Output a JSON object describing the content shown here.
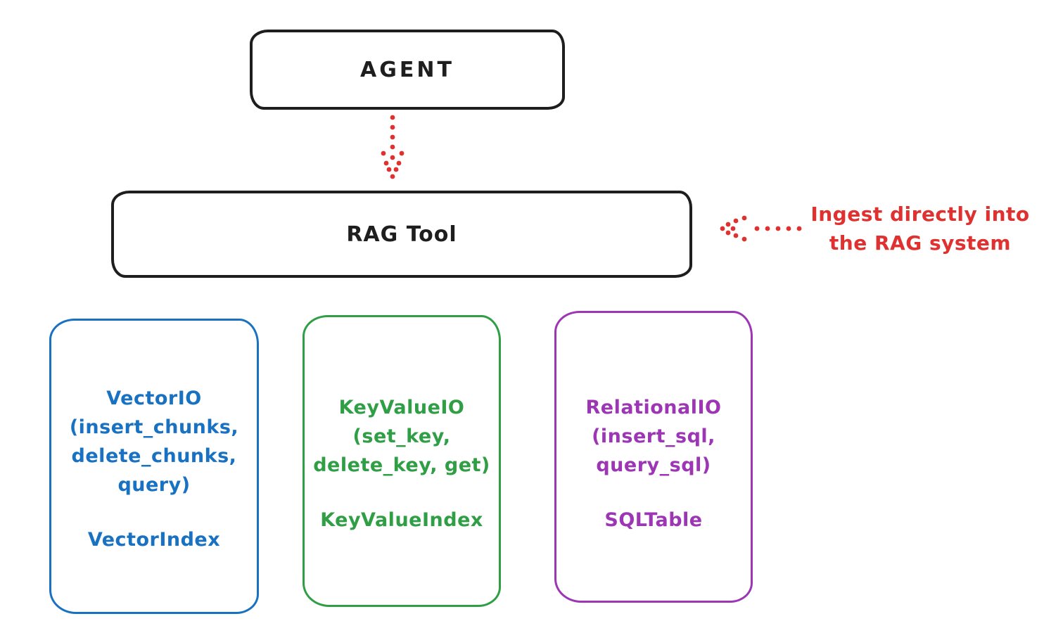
{
  "diagram": {
    "kind": "hand-drawn architecture diagram"
  },
  "colors": {
    "background": "#ffffff",
    "stroke_black": "#1e1e1e",
    "accent_red": "#e03131",
    "vector_blue": "#1971c2",
    "keyvalue_green": "#2f9e44",
    "relational_purple": "#9c36b5"
  },
  "nodes": {
    "agent": {
      "label": "AGENT"
    },
    "rag_tool": {
      "label": "RAG Tool"
    },
    "vector_io": {
      "methods": "VectorIO\n(insert_chunks,\ndelete_chunks,\nquery)",
      "index": "VectorIndex"
    },
    "key_value_io": {
      "methods": "KeyValueIO\n(set_key,\ndelete_key, get)",
      "index": "KeyValueIndex"
    },
    "relational_io": {
      "methods": "RelationalIO\n(insert_sql,\nquery_sql)",
      "index": "SQLTable"
    }
  },
  "annotation": {
    "text": "Ingest directly into\nthe RAG system"
  },
  "arrows": {
    "agent_to_rag_tool": {
      "style": "dotted",
      "color": "#e03131",
      "direction": "down"
    },
    "annotation_to_rag_tool": {
      "style": "dotted",
      "color": "#e03131",
      "direction": "left"
    }
  }
}
